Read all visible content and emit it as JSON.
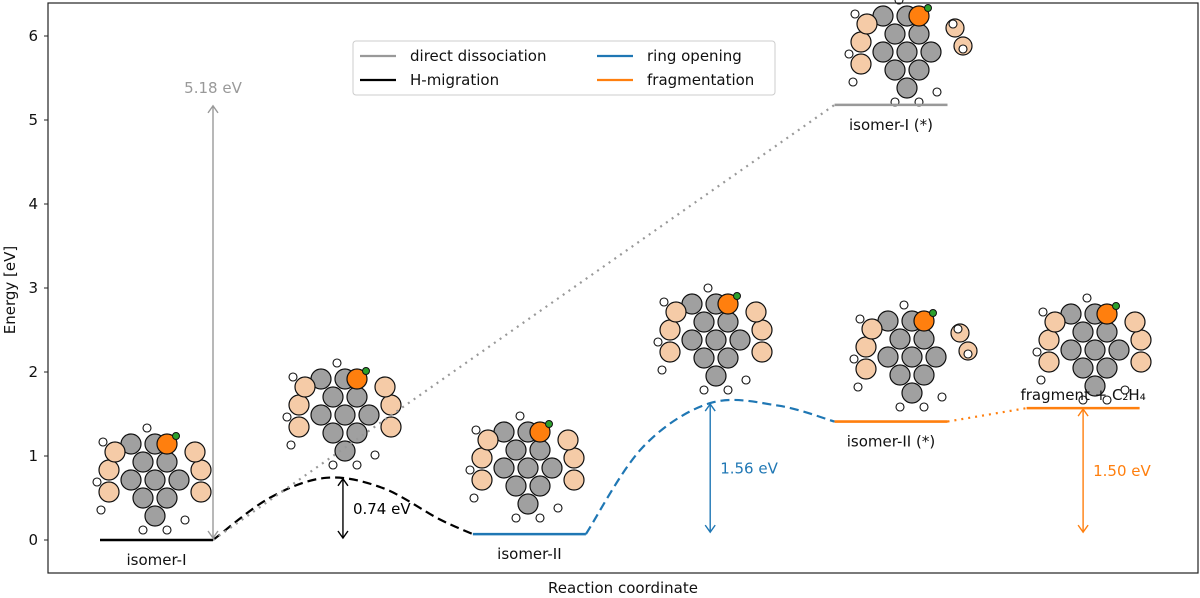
{
  "chart_data": {
    "type": "line",
    "title": "",
    "xlabel": "Reaction coordinate",
    "ylabel": "Energy [eV]",
    "ylim": [
      -0.4,
      6.4
    ],
    "yticks": [
      0,
      1,
      2,
      3,
      4,
      5,
      6
    ],
    "xticks": [],
    "grid": false,
    "legend": {
      "placement": "top-center",
      "columns": 2,
      "entries": [
        {
          "label": "direct dissociation",
          "color": "#999999"
        },
        {
          "label": "H-migration",
          "color": "#000000"
        },
        {
          "label": "ring opening",
          "color": "#1f77b4"
        },
        {
          "label": "fragmentation",
          "color": "#ff7f0e"
        }
      ]
    },
    "states": [
      {
        "id": "isomer-I",
        "label": "isomer-I",
        "x": [
          0.0,
          1.0
        ],
        "energy": 0.0,
        "color": "#000000"
      },
      {
        "id": "isomer-II",
        "label": "isomer-II",
        "x": [
          3.3,
          4.3
        ],
        "energy": 0.07,
        "color": "#1f77b4"
      },
      {
        "id": "isomer-II-star",
        "label": "isomer-II (*)",
        "x": [
          6.5,
          7.5
        ],
        "energy": 1.41,
        "color": "#ff7f0e"
      },
      {
        "id": "fragment",
        "label": "fragment + C₂H₄",
        "x": [
          8.2,
          9.2
        ],
        "energy": 1.57,
        "color": "#ff7f0e"
      },
      {
        "id": "isomer-I-star",
        "label": "isomer-I (*)",
        "x": [
          6.5,
          7.5
        ],
        "energy": 5.18,
        "color": "#999999"
      }
    ],
    "series": [
      {
        "name": "H-migration",
        "style": "dashed",
        "color": "#000000",
        "x": [
          1.0,
          1.5,
          2.0,
          2.5,
          3.0,
          3.3
        ],
        "y": [
          0.0,
          0.5,
          0.74,
          0.62,
          0.25,
          0.07
        ]
      },
      {
        "name": "ring opening",
        "style": "dashed",
        "color": "#1f77b4",
        "x": [
          4.3,
          4.8,
          5.4,
          6.0,
          6.5
        ],
        "y": [
          0.07,
          1.1,
          1.63,
          1.6,
          1.41
        ]
      },
      {
        "name": "fragmentation",
        "style": "dotted",
        "color": "#ff7f0e",
        "x": [
          7.5,
          8.2
        ],
        "y": [
          1.41,
          1.57
        ]
      },
      {
        "name": "direct dissociation",
        "style": "dotted",
        "color": "#999999",
        "x": [
          1.0,
          6.5
        ],
        "y": [
          0.0,
          5.18
        ]
      }
    ],
    "annotations": [
      {
        "text": "5.18 eV",
        "value": 5.18,
        "color": "#999999",
        "arrow_x": 1.0,
        "from": 0.0,
        "to": 5.18,
        "label_pos": "top"
      },
      {
        "text": "0.74 eV",
        "value": 0.74,
        "color": "#000000",
        "arrow_x": 2.15,
        "from": 0.0,
        "to": 0.74,
        "label_pos": "right"
      },
      {
        "text": "1.56 eV",
        "value": 1.56,
        "color": "#1f77b4",
        "arrow_x": 5.4,
        "from": 0.07,
        "to": 1.63,
        "label_pos": "right"
      },
      {
        "text": "1.50 eV",
        "value": 1.5,
        "color": "#ff7f0e",
        "arrow_x": 8.7,
        "from": 0.07,
        "to": 1.57,
        "label_pos": "right"
      }
    ],
    "molecule_images": [
      {
        "near": "isomer-I",
        "description": "PAH molecule with orange deuterated carbon"
      },
      {
        "near": "TS-H-migration",
        "description": "transition state molecule"
      },
      {
        "near": "isomer-II",
        "description": "isomer II molecule"
      },
      {
        "near": "TS-ring-opening",
        "description": "ring opening transition state molecule"
      },
      {
        "near": "isomer-II-star",
        "description": "molecule with C2H4 fragment separated"
      },
      {
        "near": "fragment",
        "description": "fragment molecule"
      },
      {
        "near": "isomer-I-star",
        "description": "molecule with C2H4 fragment separated"
      }
    ]
  }
}
